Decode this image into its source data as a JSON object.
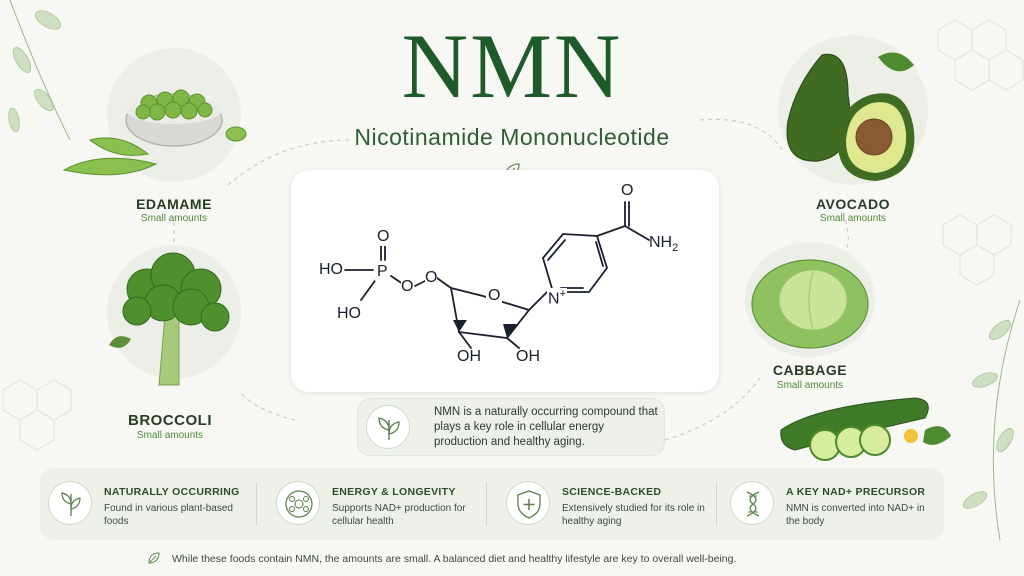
{
  "header": {
    "title": "NMN",
    "subtitle": "Nicotinamide Mononucleotide"
  },
  "molecule": {
    "labels": {
      "o_top": "O",
      "ho_left": "HO",
      "p": "P",
      "ho_bottom": "HO",
      "o_a": "O",
      "o_b": "O",
      "ring_o": "O",
      "oh_left": "OH",
      "oh_right": "OH",
      "n_plus": "N",
      "plus": "+",
      "amide_o": "O",
      "nh2": "NH",
      "sub2": "2"
    }
  },
  "foods": [
    {
      "name": "EDAMAME",
      "amount": "Small amounts"
    },
    {
      "name": "BROCCOLI",
      "amount": "Small amounts"
    },
    {
      "name": "AVOCADO",
      "amount": "Small amounts"
    },
    {
      "name": "CABBAGE",
      "amount": "Small amounts"
    }
  ],
  "info": {
    "text": "NMN is a naturally occurring compound that plays a key role in cellular energy production and healthy aging."
  },
  "features": [
    {
      "title": "NATURALLY OCCURRING",
      "desc": "Found in various plant-based foods",
      "icon": "leaf-icon"
    },
    {
      "title": "ENERGY & LONGEVITY",
      "desc": "Supports NAD+ production for cellular health",
      "icon": "cells-icon"
    },
    {
      "title": "SCIENCE-BACKED",
      "desc": "Extensively studied for its role in healthy aging",
      "icon": "shield-plus-icon"
    },
    {
      "title": "A KEY NAD+ PRECURSOR",
      "desc": "NMN is converted into NAD+ in the body",
      "icon": "dna-icon"
    }
  ],
  "footnote": "While these foods contain NMN, the amounts are small. A balanced diet and healthy lifestyle are key to overall well-being.",
  "colors": {
    "brand_green": "#1f5a2a",
    "accent_green": "#4f8a3c",
    "background": "#f7f7f3",
    "molecule_ink": "#1a2030"
  }
}
